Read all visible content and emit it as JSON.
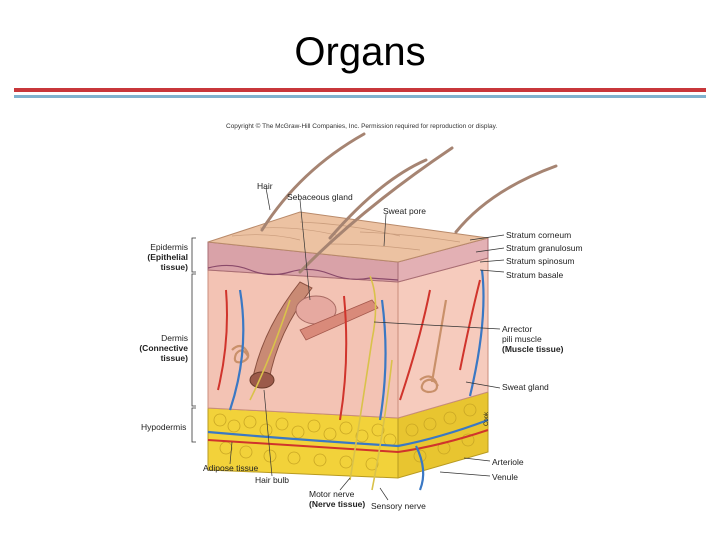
{
  "slide": {
    "title": "Organs",
    "colors": {
      "rule_top": "#c8373b",
      "rule_bottom": "#7fb2cf"
    }
  },
  "figure": {
    "copyright": "Copyright © The McGraw-Hill Companies, Inc. Permission required for reproduction or display.",
    "labels": {
      "hair": "Hair",
      "sebaceous_gland": "Sebaceous gland",
      "sweat_pore": "Sweat pore",
      "epidermis": "Epidermis",
      "epithelial_tissue": "(Epithelial",
      "epithelial_tissue_2": "tissue)",
      "dermis": "Dermis",
      "connective_tissue": "(Connective",
      "connective_tissue_2": "tissue)",
      "hypodermis": "Hypodermis",
      "adipose_tissue": "Adipose tissue",
      "hair_bulb": "Hair bulb",
      "motor_nerve": "Motor nerve",
      "nerve_tissue": "(Nerve tissue)",
      "sensory_nerve": "Sensory nerve",
      "stratum_corneum": "Stratum corneum",
      "stratum_granulosum": "Stratum granulosum",
      "stratum_spinosum": "Stratum spinosum",
      "stratum_basale": "Stratum basale",
      "arrector_pili_1": "Arrector",
      "arrector_pili_2": "pili muscle",
      "muscle_tissue": "(Muscle tissue)",
      "sweat_gland": "Sweat gland",
      "arteriole": "Arteriole",
      "venule": "Venule",
      "credit": "Cook"
    }
  }
}
